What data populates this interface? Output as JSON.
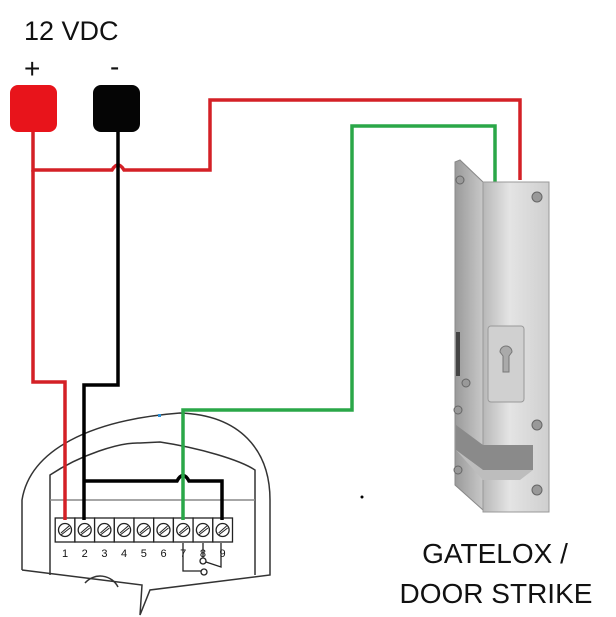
{
  "power": {
    "title": "12 VDC",
    "plus": "+",
    "minus": "-"
  },
  "terminal_block": {
    "labels": [
      "1",
      "2",
      "3",
      "4",
      "5",
      "6",
      "7",
      "8",
      "9"
    ]
  },
  "device": {
    "line1": "GATELOX /",
    "line2": "DOOR STRIKE"
  },
  "colors": {
    "positive_wire": "#d42026",
    "negative_wire": "#000000",
    "signal_wire": "#2aa748"
  }
}
